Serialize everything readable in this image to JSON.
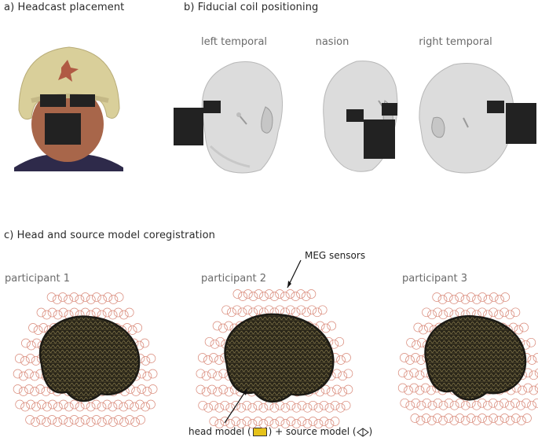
{
  "panels": {
    "a": {
      "title": "a) Headcast placement"
    },
    "b": {
      "title": "b) Fiducial coil positioning",
      "views": [
        {
          "label": "left temporal"
        },
        {
          "label": "nasion"
        },
        {
          "label": "right temporal"
        }
      ]
    },
    "c": {
      "title": "c) Head and source model coregistration",
      "participants": [
        {
          "label": "participant 1"
        },
        {
          "label": "participant 2"
        },
        {
          "label": "participant 3"
        }
      ],
      "annotations": {
        "sensors": "MEG sensors",
        "models_prefix": "head model (",
        "models_middle": ") + source model (",
        "models_suffix": ")"
      }
    }
  },
  "colors": {
    "headcast": "#d9cf9a",
    "headcast_mark": "#b05a44",
    "redaction": "#222222",
    "head_surface": "#d8d8d8",
    "sensor_lines": "#d98a7a",
    "brain_dark": "#1c1a14",
    "brain_texture": "#8a7d4e",
    "head_model_swatch": "#e5c21a"
  },
  "icons": {
    "head_model": "yellow-swatch-icon",
    "source_model": "diamond-icon",
    "arrow": "arrow-icon"
  }
}
